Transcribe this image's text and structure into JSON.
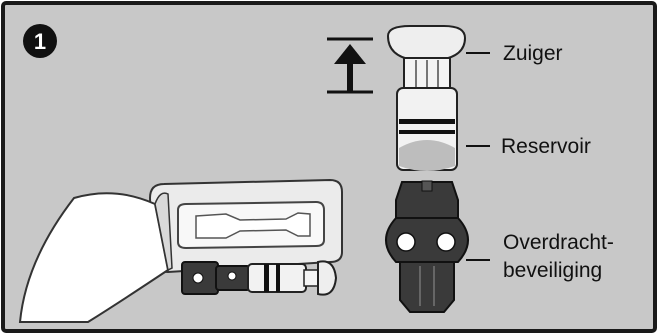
{
  "step": {
    "number": "1"
  },
  "labels": {
    "plunger": "Zuiger",
    "reservoir": "Reservoir",
    "transfer_guard_line1": "Overdracht-",
    "transfer_guard_line2": "beveiliging"
  },
  "colors": {
    "panel_background": "#c8c8c8",
    "border": "#1a1a1a",
    "step_badge": "#111111",
    "reservoir_body": "#f2f2f2",
    "transfer_guard": "#3a3a3a",
    "tray": "#ebebeb"
  }
}
